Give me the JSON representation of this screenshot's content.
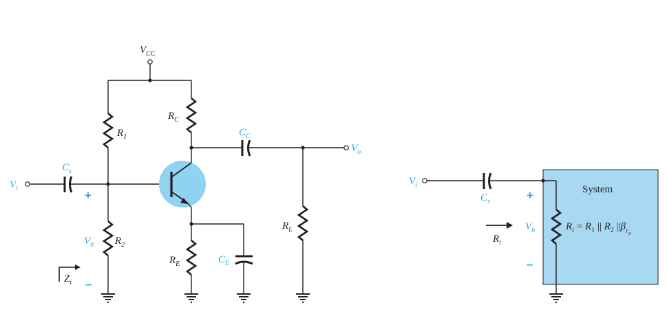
{
  "left_circuit": {
    "vcc": {
      "main": "V",
      "sub": "CC"
    },
    "r1": {
      "main": "R",
      "sub": "1"
    },
    "r2": {
      "main": "R",
      "sub": "2"
    },
    "rc": {
      "main": "R",
      "sub": "C"
    },
    "re": {
      "main": "R",
      "sub": "E"
    },
    "rl": {
      "main": "R",
      "sub": "L"
    },
    "cs": {
      "main": "C",
      "sub": "s"
    },
    "cc": {
      "main": "C",
      "sub": "C"
    },
    "ce": {
      "main": "C",
      "sub": "E"
    },
    "vi": {
      "main": "V",
      "sub": "i"
    },
    "vo": {
      "main": "V",
      "sub": "o"
    },
    "vb": {
      "main": "V",
      "sub": "b"
    },
    "zi": {
      "main": "Z",
      "sub": "i"
    },
    "plus": "+",
    "minus": "–"
  },
  "right_circuit": {
    "vi": {
      "main": "V",
      "sub": "i"
    },
    "cs": {
      "main": "C",
      "sub": "s"
    },
    "vb": {
      "main": "V",
      "sub": "b"
    },
    "ri_arrow": {
      "main": "R",
      "sub": "i"
    },
    "plus": "+",
    "minus": "–",
    "system_title": "System",
    "formula": {
      "lhs_main": "R",
      "lhs_sub": "i",
      "eq": " = ",
      "r1_main": "R",
      "r1_sub": "1",
      "par1": " || ",
      "r2_main": "R",
      "r2_sub": "2",
      "par2": " ||",
      "beta": "β",
      "beta_sub_main": "r",
      "beta_sub_sub": "e"
    }
  },
  "colors": {
    "accent_blue": "#29abe2",
    "transistor_fill": "#8fd3f0",
    "system_box_fill": "#a8d8f2",
    "ink": "#231f20"
  }
}
